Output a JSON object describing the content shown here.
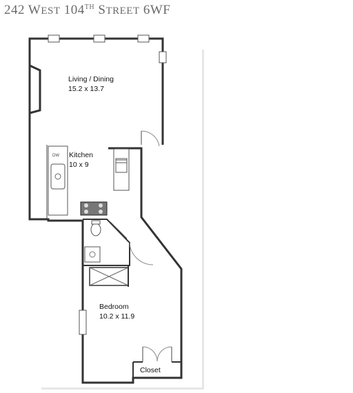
{
  "header": {
    "address_number": "242",
    "street_name_first": "W",
    "street_name_rest": "EST",
    "street_number": "104",
    "street_number_suffix": "TH",
    "street_type_first": "S",
    "street_type_rest": "TREET",
    "unit": "6WF"
  },
  "rooms": [
    {
      "name": "Living / Dining",
      "size": "15.2 x 13.7"
    },
    {
      "name": "Kitchen",
      "size": "10 x 9"
    },
    {
      "name": "Bedroom",
      "size": "10.2 x 11.9"
    },
    {
      "name": "Closet"
    }
  ]
}
